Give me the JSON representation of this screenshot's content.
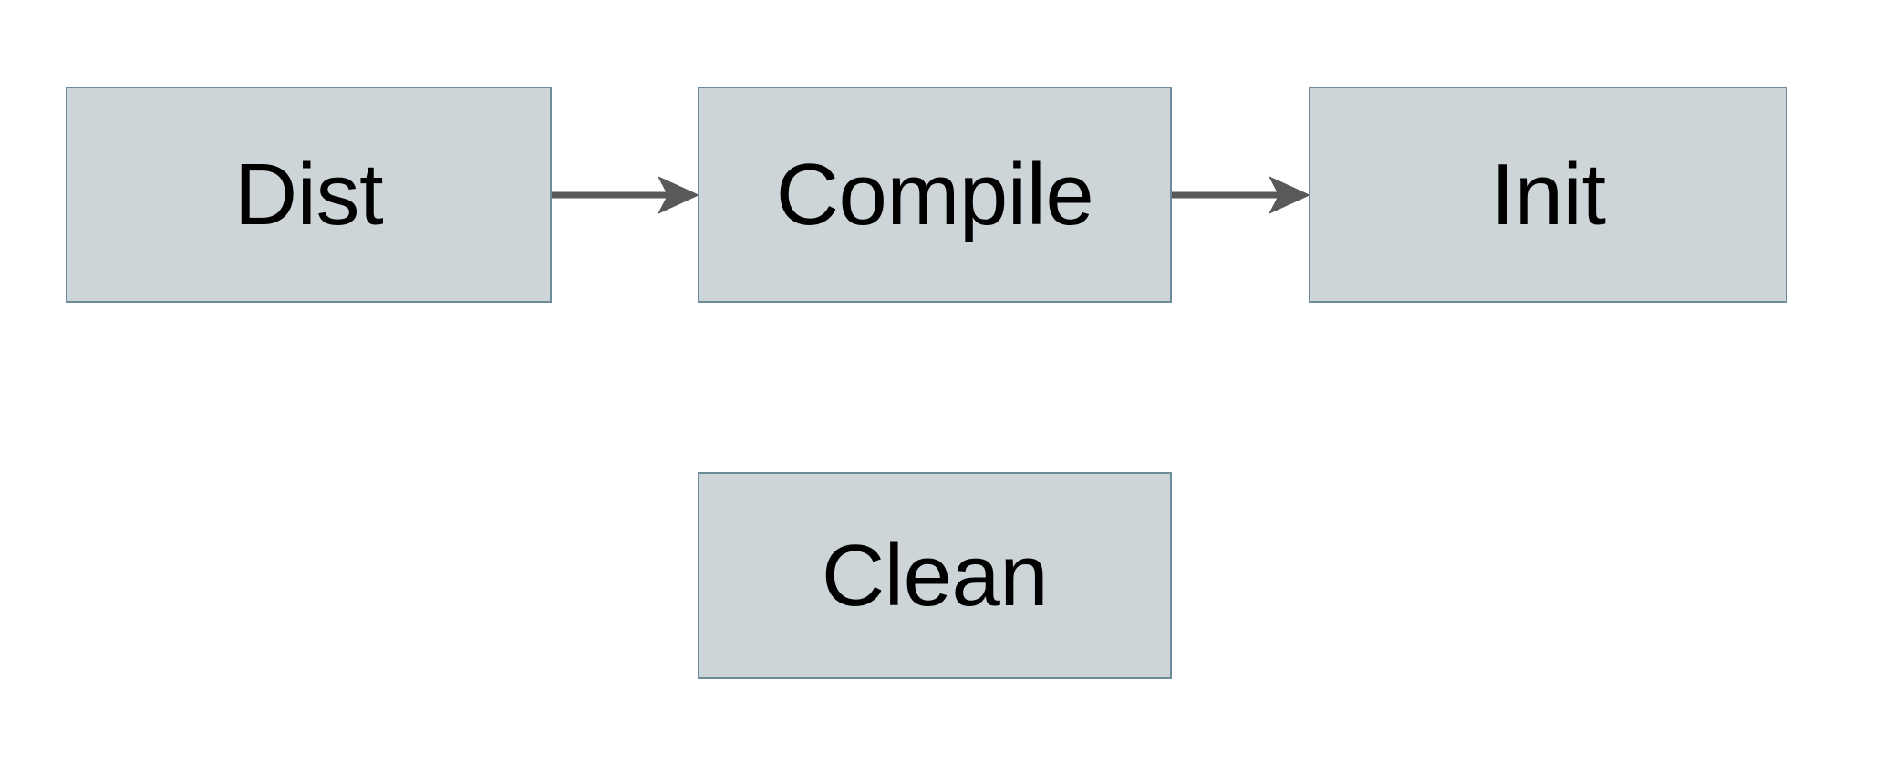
{
  "diagram": {
    "type": "flowchart",
    "background_color": "#ffffff",
    "node_fill_color": "#ced5d9",
    "node_border_color": "#6d8b9b",
    "edge_color": "#595959",
    "label_color": "#000000",
    "nodes": [
      {
        "id": "dist",
        "label": "Dist"
      },
      {
        "id": "compile",
        "label": "Compile"
      },
      {
        "id": "init",
        "label": "Init"
      },
      {
        "id": "clean",
        "label": "Clean"
      }
    ],
    "edges": [
      {
        "id": "dist-compile",
        "from": "Dist",
        "to": "Compile",
        "arrow": "arrow-right-icon"
      },
      {
        "id": "compile-init",
        "from": "Compile",
        "to": "Init",
        "arrow": "arrow-right-icon"
      }
    ]
  }
}
